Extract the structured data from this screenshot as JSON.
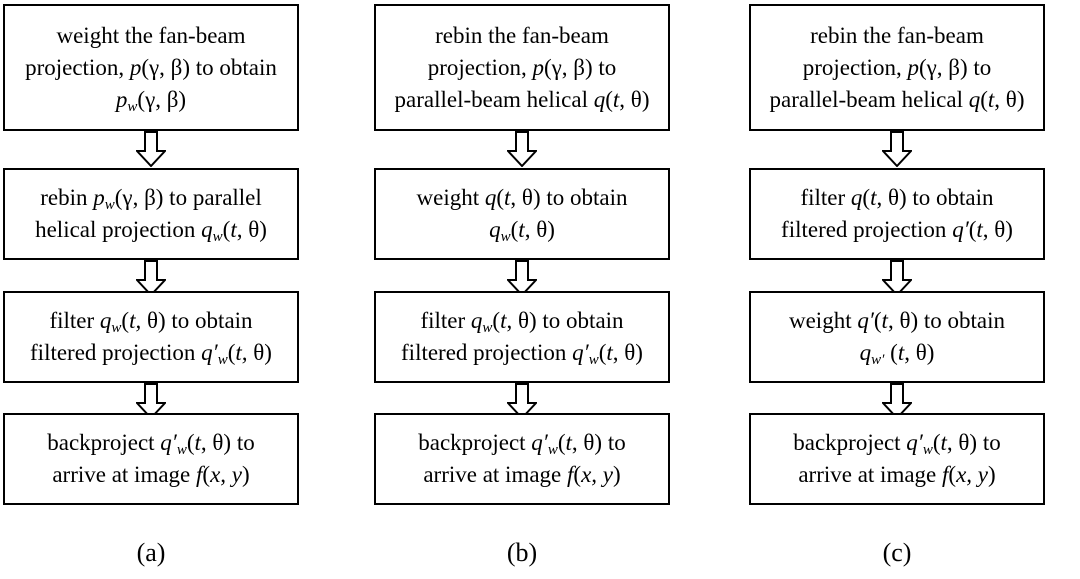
{
  "columns": [
    {
      "caption": "(a)",
      "steps": [
        {
          "lines": [
            [
              {
                "t": "weight the fan-beam"
              }
            ],
            [
              {
                "t": "projection, "
              },
              {
                "t": "p",
                "i": true
              },
              {
                "t": "(γ, β) to obtain"
              }
            ],
            [
              {
                "t": "p",
                "i": true
              },
              {
                "t": "w",
                "i": true,
                "sub": true
              },
              {
                "t": "(γ, β)"
              }
            ]
          ]
        },
        {
          "lines": [
            [
              {
                "t": "rebin "
              },
              {
                "t": "p",
                "i": true
              },
              {
                "t": "w",
                "i": true,
                "sub": true
              },
              {
                "t": "(γ, β) to parallel"
              }
            ],
            [
              {
                "t": "helical projection "
              },
              {
                "t": "q",
                "i": true
              },
              {
                "t": "w",
                "i": true,
                "sub": true
              },
              {
                "t": "("
              },
              {
                "t": "t",
                "i": true
              },
              {
                "t": ", θ)"
              }
            ]
          ]
        },
        {
          "lines": [
            [
              {
                "t": "filter "
              },
              {
                "t": "q",
                "i": true
              },
              {
                "t": "w",
                "i": true,
                "sub": true
              },
              {
                "t": "("
              },
              {
                "t": "t,",
                "i": true
              },
              {
                "t": " θ) to obtain"
              }
            ],
            [
              {
                "t": "filtered projection "
              },
              {
                "t": "q′",
                "i": true
              },
              {
                "t": "w",
                "i": true,
                "sub": true
              },
              {
                "t": "("
              },
              {
                "t": "t,",
                "i": true
              },
              {
                "t": " θ)"
              }
            ]
          ]
        },
        {
          "lines": [
            [
              {
                "t": "backproject "
              },
              {
                "t": "q′",
                "i": true
              },
              {
                "t": "w",
                "i": true,
                "sub": true
              },
              {
                "t": "("
              },
              {
                "t": "t",
                "i": true
              },
              {
                "t": ", θ) to"
              }
            ],
            [
              {
                "t": "arrive at image "
              },
              {
                "t": "f",
                "i": true
              },
              {
                "t": "("
              },
              {
                "t": "x, y",
                "i": true
              },
              {
                "t": ")"
              }
            ]
          ]
        }
      ]
    },
    {
      "caption": "(b)",
      "steps": [
        {
          "lines": [
            [
              {
                "t": "rebin the fan-beam"
              }
            ],
            [
              {
                "t": "projection, "
              },
              {
                "t": "p",
                "i": true
              },
              {
                "t": "(γ, β) to"
              }
            ],
            [
              {
                "t": "parallel-beam helical "
              },
              {
                "t": "q",
                "i": true
              },
              {
                "t": "("
              },
              {
                "t": "t",
                "i": true
              },
              {
                "t": ", θ)"
              }
            ]
          ]
        },
        {
          "lines": [
            [
              {
                "t": "weight "
              },
              {
                "t": "q",
                "i": true
              },
              {
                "t": "("
              },
              {
                "t": "t",
                "i": true
              },
              {
                "t": ", θ) to obtain"
              }
            ],
            [
              {
                "t": "q",
                "i": true
              },
              {
                "t": "w",
                "i": true,
                "sub": true
              },
              {
                "t": "("
              },
              {
                "t": "t",
                "i": true
              },
              {
                "t": ", θ)"
              }
            ]
          ]
        },
        {
          "lines": [
            [
              {
                "t": "filter "
              },
              {
                "t": "q",
                "i": true
              },
              {
                "t": "w",
                "i": true,
                "sub": true
              },
              {
                "t": "("
              },
              {
                "t": "t",
                "i": true
              },
              {
                "t": ", θ) to obtain"
              }
            ],
            [
              {
                "t": "filtered projection "
              },
              {
                "t": "q′",
                "i": true
              },
              {
                "t": "w",
                "i": true,
                "sub": true
              },
              {
                "t": "("
              },
              {
                "t": "t",
                "i": true
              },
              {
                "t": ", θ)"
              }
            ]
          ]
        },
        {
          "lines": [
            [
              {
                "t": "backproject "
              },
              {
                "t": "q′",
                "i": true
              },
              {
                "t": "w",
                "i": true,
                "sub": true
              },
              {
                "t": "("
              },
              {
                "t": "t",
                "i": true
              },
              {
                "t": ", θ) to"
              }
            ],
            [
              {
                "t": "arrive at image "
              },
              {
                "t": "f",
                "i": true
              },
              {
                "t": "("
              },
              {
                "t": "x, y",
                "i": true
              },
              {
                "t": ")"
              }
            ]
          ]
        }
      ]
    },
    {
      "caption": "(c)",
      "steps": [
        {
          "lines": [
            [
              {
                "t": "rebin the fan-beam"
              }
            ],
            [
              {
                "t": "projection, "
              },
              {
                "t": "p",
                "i": true
              },
              {
                "t": "(γ, β) to"
              }
            ],
            [
              {
                "t": "parallel-beam helical "
              },
              {
                "t": "q",
                "i": true
              },
              {
                "t": "("
              },
              {
                "t": "t",
                "i": true
              },
              {
                "t": ", θ)"
              }
            ]
          ]
        },
        {
          "lines": [
            [
              {
                "t": "filter "
              },
              {
                "t": "q",
                "i": true
              },
              {
                "t": "("
              },
              {
                "t": "t",
                "i": true
              },
              {
                "t": ", θ) to obtain"
              }
            ],
            [
              {
                "t": "filtered projection "
              },
              {
                "t": "q′",
                "i": true
              },
              {
                "t": "("
              },
              {
                "t": "t",
                "i": true
              },
              {
                "t": ", θ)"
              }
            ]
          ]
        },
        {
          "lines": [
            [
              {
                "t": "weight "
              },
              {
                "t": "q′",
                "i": true
              },
              {
                "t": "("
              },
              {
                "t": "t",
                "i": true
              },
              {
                "t": ", θ) to obtain"
              }
            ],
            [
              {
                "t": "q",
                "i": true
              },
              {
                "t": "w′",
                "i": true,
                "sub": true
              },
              {
                "t": " ("
              },
              {
                "t": "t",
                "i": true
              },
              {
                "t": ", θ)"
              }
            ]
          ]
        },
        {
          "lines": [
            [
              {
                "t": "backproject "
              },
              {
                "t": "q′",
                "i": true
              },
              {
                "t": "w",
                "i": true,
                "sub": true
              },
              {
                "t": "("
              },
              {
                "t": "t",
                "i": true
              },
              {
                "t": ", θ) to"
              }
            ],
            [
              {
                "t": "arrive at image "
              },
              {
                "t": "f",
                "i": true
              },
              {
                "t": "("
              },
              {
                "t": "x, y",
                "i": true
              },
              {
                "t": ")"
              }
            ]
          ]
        }
      ]
    }
  ]
}
